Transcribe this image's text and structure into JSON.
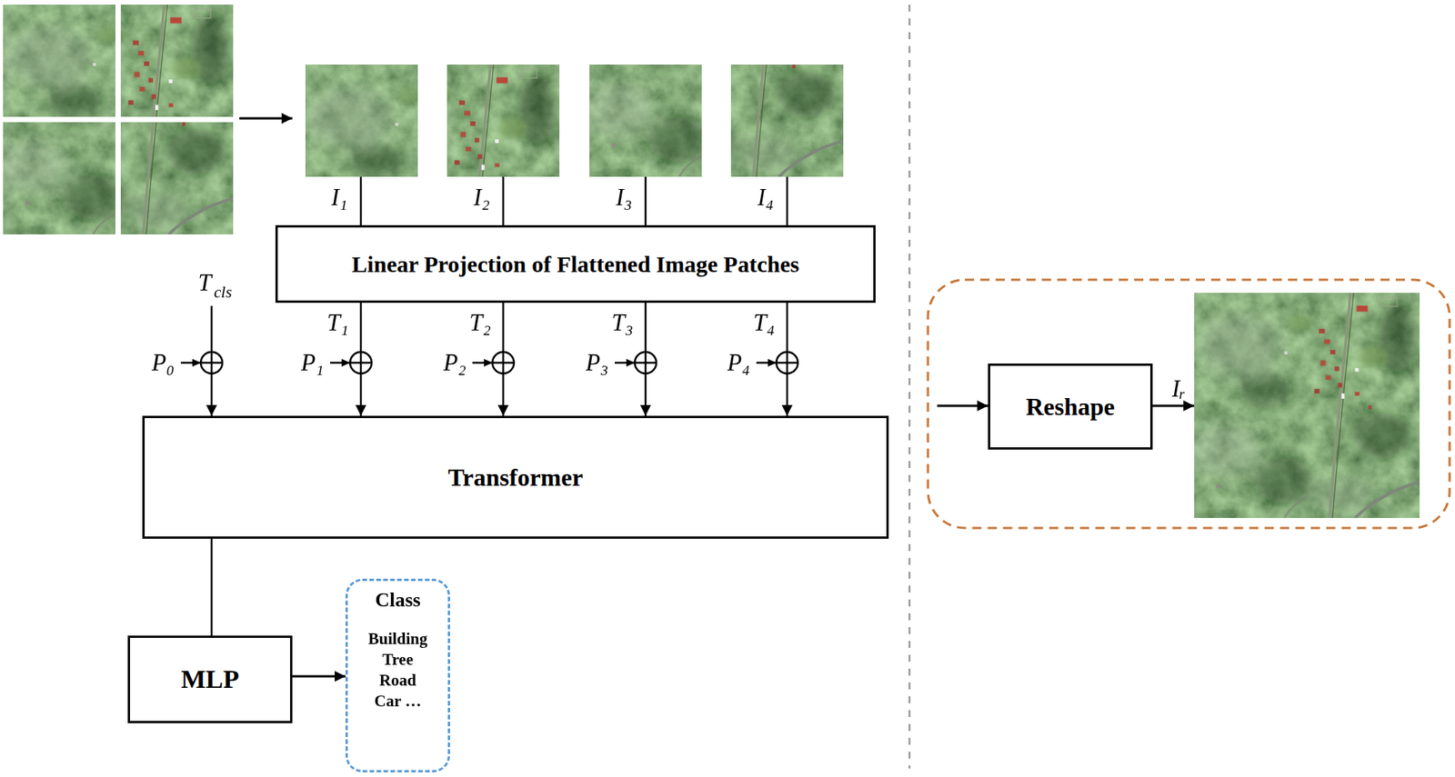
{
  "diagram": {
    "nodes": [
      {
        "text": [
          "Linear Projection of Flattened Image Patches"
        ]
      },
      {
        "text": [
          "Transformer"
        ]
      },
      {
        "text": [
          "MLP"
        ]
      },
      {
        "text": [
          "Class",
          "Building Tree Road Car …"
        ]
      },
      {
        "text": [
          "Reshape"
        ]
      }
    ],
    "edges": [
      {
        "from": 0,
        "to": 1,
        "arrow": "to"
      },
      {
        "from": 0,
        "to": 1,
        "arrow": "to"
      },
      {
        "from": 0,
        "to": 1,
        "arrow": "to"
      },
      {
        "from": 0,
        "to": 1,
        "arrow": "to"
      },
      {
        "from": 1,
        "to": 2,
        "arrow": "none"
      },
      {
        "from": 2,
        "to": 3,
        "arrow": "to"
      }
    ],
    "labels": [
      "I₁",
      "I₂",
      "I₃",
      "I₄",
      "T",
      "cls",
      "T₁",
      "T₂",
      "T₃",
      "T₄",
      "P₀",
      "P₁",
      "P₂",
      "P₃",
      "P₄",
      "Iᵣ"
    ]
  }
}
